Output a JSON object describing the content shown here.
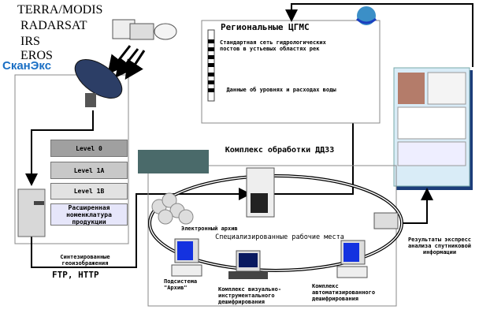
{
  "satellites": [
    "TERRA/MODIS",
    "RADARSAT",
    "IRS",
    "EROS"
  ],
  "scanex_logo": {
    "text": "СканЭкс",
    "color": "#1a6fc4"
  },
  "levels": [
    {
      "label": "Level 0",
      "color": "#a0a0a0"
    },
    {
      "label": "Level 1A",
      "color": "#c8c8c8"
    },
    {
      "label": "Level 1B",
      "color": "#e2e2e2"
    },
    {
      "label": "Расширенная номенклатура продукции",
      "color": "#e6e6fa"
    }
  ],
  "geo_images": "Синтезированные геоизображения",
  "protocols": "FTP, HTTP",
  "cgms": {
    "title": "Региональные ЦГМС",
    "network": "Стандартная сеть гидрологических постов в устьевых областях рек",
    "data": "Данные об уровнях и расходах воды"
  },
  "processing": {
    "title": "Комплекс обработки ДДЗЗ",
    "archive": "Электронный архив",
    "workplaces": "Специализированные рабочие места",
    "subsystem": "Подсистема \"Архив\"",
    "visual": "Комплекс визуально-инструментального дешифрирования",
    "auto": "Комплекс автоматизированного дешифрирования"
  },
  "results": "Результаты экспресс анализа спутниковой информации"
}
